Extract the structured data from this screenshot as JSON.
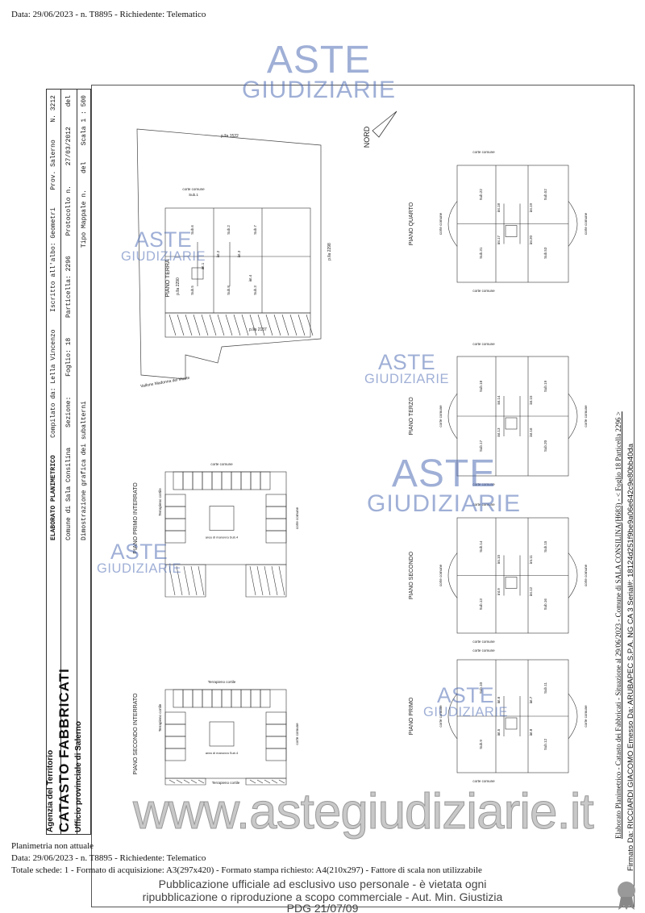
{
  "header": {
    "line": "Data: 29/06/2023 - n. T8895 - Richiedente: Telematico"
  },
  "footer": {
    "planimetria": "Planimetria non attuale",
    "data_line": "Data: 29/06/2023 - n. T8895 - Richiedente: Telematico",
    "totale_line": "Totale schede: 1 - Formato di acquisizione: A3(297x420)  - Formato stampa richiesto: A4(210x297) - Fattore di scala non utilizzabile",
    "pub_line1": "Pubblicazione ufficiale ad esclusivo uso personale - è vietata ogni",
    "pub_line2": "ripubblicazione o riproduzione a scopo commerciale - Aut. Min. Giustizia PDG 21/07/09",
    "dash": "-"
  },
  "title_block": {
    "agency": "Agenzia del Territorio",
    "catasto": "CATASTO FABBRICATI",
    "ufficio": "Ufficio provinciale di Salerno",
    "row1": [
      "ELABORATO PLANIMETRICO",
      "Compilato da: Lella Vincenzo",
      "Iscritto all'albo: Geometri",
      "Prov. Salerno",
      "N. 3212"
    ],
    "row2": [
      "Comune di Sala Consilina",
      "Sezione:",
      "Foglio: 18",
      "Particella: 2296",
      "Protocollo n.",
      "27/03/2012",
      "del"
    ],
    "row3": [
      "Dimostrazione grafica dei subalterni",
      "Tipo Mappale n.",
      "del",
      "Scala 1 : 500"
    ]
  },
  "side_text": {
    "line1": "Elaborato Planimetrico - Catasto dei Fabbricati - Situazione al 29/06/2023 - Comune di SALA CONSILINA(H683) - < Foglio 18 Particella 2296 >",
    "line2": "Firmato Da: RICCIARDI GIACOMO Emesso Da: ARUBAPEC S.P.A. NG CA 3 Serial#: 18124d251f9be9a06e642c9e80bb40da"
  },
  "watermark": {
    "line1": "ASTE",
    "line2": "GIUDIZIARIE",
    "url": "www.astegiudiziarie.it"
  },
  "north": "NORD",
  "piano_terra": {
    "label": "PIANO TERRA",
    "plla_top": "p.lla 1522",
    "plla_left": "p.lla 2290",
    "plla_right": "p.lla 2298",
    "plla_bottom": "p.lla 2137",
    "corte": "corte comune",
    "sub1": "Sub.1",
    "vallone": "Vallone Madonna del Monte",
    "subs": [
      "Sub.6",
      "Sub.2",
      "Sub.7",
      "Sub.5",
      "Sub.3",
      "Sub.8"
    ],
    "ints": [
      "int.1",
      "int.2",
      "int.3",
      "int.4"
    ]
  },
  "upper_floors": [
    {
      "label": "PIANO QUARTO",
      "corte": "corte comune",
      "subs": [
        "Sub.22",
        "Sub.52",
        "Sub.31",
        "Sub.53"
      ],
      "ints": [
        "int.18",
        "int.19",
        "int.17",
        "int.20"
      ]
    },
    {
      "label": "PIANO TERZO",
      "corte": "corte comune",
      "subs": [
        "Sub.18",
        "Sub.19",
        "Sub.17",
        "Sub.20"
      ],
      "ints": [
        "int.14",
        "int.15",
        "int.13",
        "int.16"
      ]
    },
    {
      "label": "PIANO SECONDO",
      "corte": "corte comune",
      "subs": [
        "Sub.14",
        "Sub.15",
        "Sub.13",
        "Sub.16"
      ],
      "ints": [
        "int.10",
        "int.11",
        "int.9",
        "int.12"
      ]
    },
    {
      "label": "PIANO PRIMO",
      "corte": "corte comune",
      "subs": [
        "Sub.10",
        "Sub.11",
        "Sub.9",
        "Sub.12"
      ],
      "ints": [
        "int.6",
        "int.7",
        "int.5",
        "int.8"
      ]
    }
  ],
  "basements": [
    {
      "label": "PIANO PRIMO INTERRATO",
      "top": "corte comune",
      "side": "corte comune",
      "left": "Terrapieno cortile",
      "center": "area di manovra Sub.4"
    },
    {
      "label": "PIANO SECONDO INTERRATO",
      "top": "Terrapieno cortile",
      "side": "corte comune",
      "left": "Terrapieno cortile",
      "bottom": "Terrapieno cortile",
      "center": "area di manovra Sub.4"
    }
  ]
}
